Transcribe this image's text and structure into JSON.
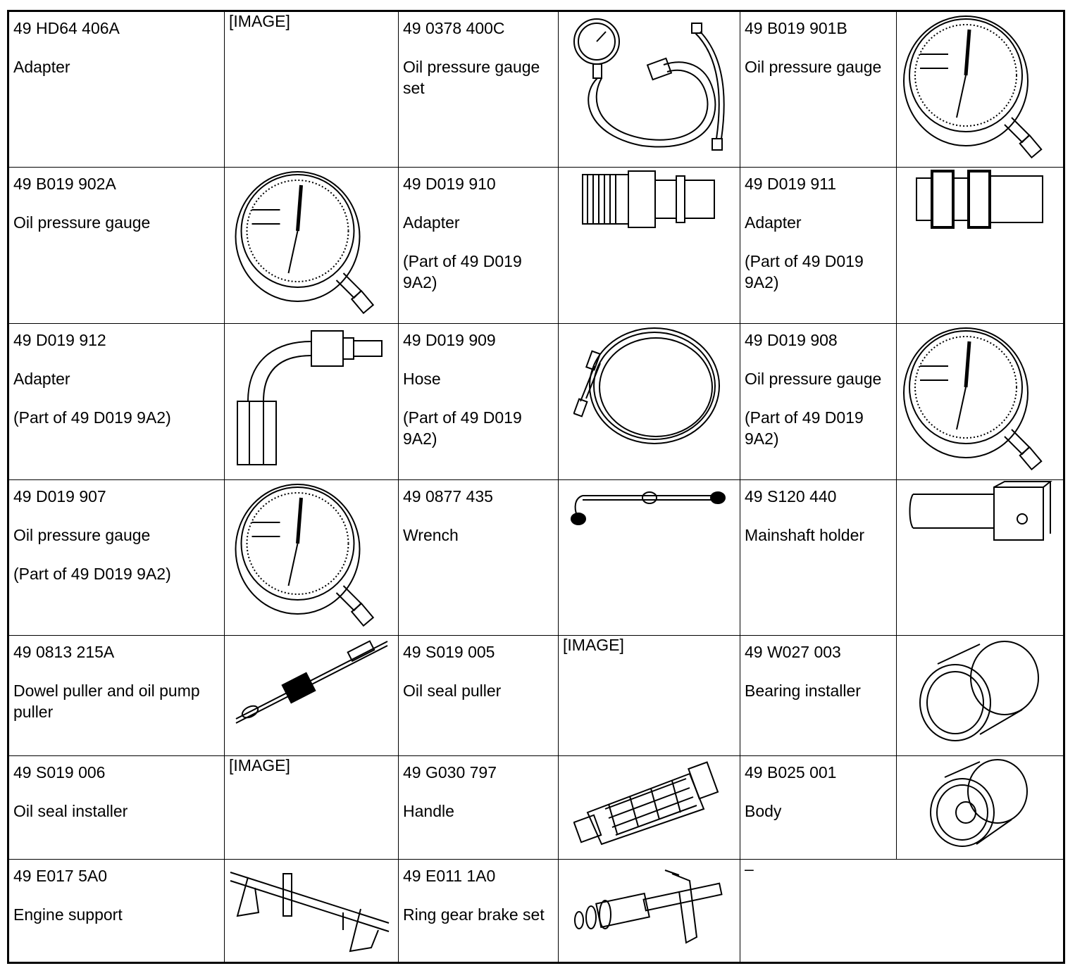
{
  "rows": [
    [
      {
        "code": "49 HD64 406A",
        "name": "Adapter",
        "note": "",
        "image": "placeholder",
        "placeholder": "[IMAGE]"
      },
      {
        "code": "49 0378 400C",
        "name": "Oil pressure gauge set",
        "note": "",
        "image": "gauge-set-icon"
      },
      {
        "code": "49 B019 901B",
        "name": "Oil pressure gauge",
        "note": "",
        "image": "pressure-gauge-icon"
      }
    ],
    [
      {
        "code": "49 B019 902A",
        "name": "Oil pressure gauge",
        "note": "",
        "image": "pressure-gauge-icon"
      },
      {
        "code": "49 D019 910",
        "name": "Adapter",
        "note": "(Part of 49 D019 9A2)",
        "image": "male-adapter-icon"
      },
      {
        "code": "49 D019 911",
        "name": "Adapter",
        "note": "(Part of 49 D019 9A2)",
        "image": "coupler-adapter-icon"
      }
    ],
    [
      {
        "code": "49 D019 912",
        "name": "Adapter",
        "note": "(Part of 49 D019 9A2)",
        "image": "elbow-adapter-icon"
      },
      {
        "code": "49 D019 909",
        "name": "Hose",
        "note": "(Part of 49 D019 9A2)",
        "image": "coiled-hose-icon"
      },
      {
        "code": "49 D019 908",
        "name": "Oil pressure gauge",
        "note": "(Part of 49 D019 9A2)",
        "image": "pressure-gauge-icon"
      }
    ],
    [
      {
        "code": "49 D019 907",
        "name": "Oil pressure gauge",
        "note": "(Part of 49 D019 9A2)",
        "image": "pressure-gauge-icon"
      },
      {
        "code": "49 0877 435",
        "name": "Wrench",
        "note": "",
        "image": "wrench-icon"
      },
      {
        "code": "49 S120 440",
        "name": "Mainshaft holder",
        "note": "",
        "image": "mainshaft-holder-icon"
      }
    ],
    [
      {
        "code": "49 0813 215A",
        "name": "Dowel puller and oil pump puller",
        "note": "",
        "image": "puller-icon"
      },
      {
        "code": "49 S019 005",
        "name": "Oil seal puller",
        "note": "",
        "image": "placeholder",
        "placeholder": "[IMAGE]"
      },
      {
        "code": "49 W027 003",
        "name": "Bearing installer",
        "note": "",
        "image": "bearing-installer-icon"
      }
    ],
    [
      {
        "code": "49 S019 006",
        "name": "Oil seal installer",
        "note": "",
        "image": "placeholder",
        "placeholder": "[IMAGE]"
      },
      {
        "code": "49 G030 797",
        "name": "Handle",
        "note": "",
        "image": "knurled-handle-icon"
      },
      {
        "code": "49 B025 001",
        "name": "Body",
        "note": "",
        "image": "body-icon"
      }
    ],
    [
      {
        "code": "49 E017 5A0",
        "name": "Engine support",
        "note": "",
        "image": "engine-support-icon"
      },
      {
        "code": "49 E011 1A0",
        "name": "Ring gear brake set",
        "note": "",
        "image": "ring-gear-brake-icon"
      },
      {
        "empty": "–"
      }
    ]
  ]
}
